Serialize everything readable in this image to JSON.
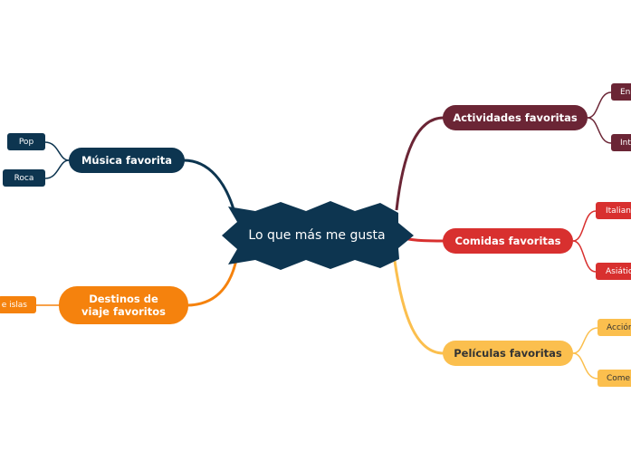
{
  "center": {
    "label": "Lo que más me gusta",
    "color": "#0d3550"
  },
  "branches": {
    "musica": {
      "label": "Música favorita",
      "color": "#0d3550",
      "leaves": [
        "Pop",
        "Roca"
      ]
    },
    "destinos": {
      "label": "Destinos de viaje favoritos",
      "color": "#f5820d",
      "leaves": [
        "e islas"
      ]
    },
    "actividades": {
      "label": "Actividades favoritas",
      "color": "#6b2535",
      "leaves": [
        "En",
        "Int"
      ]
    },
    "comidas": {
      "label": "Comidas favoritas",
      "color": "#d8302f",
      "leaves": [
        "Italian",
        "Asiátic"
      ]
    },
    "peliculas": {
      "label": "Películas favoritas",
      "color": "#fbbf4e",
      "leaves": [
        "Acción",
        "Come"
      ]
    }
  }
}
